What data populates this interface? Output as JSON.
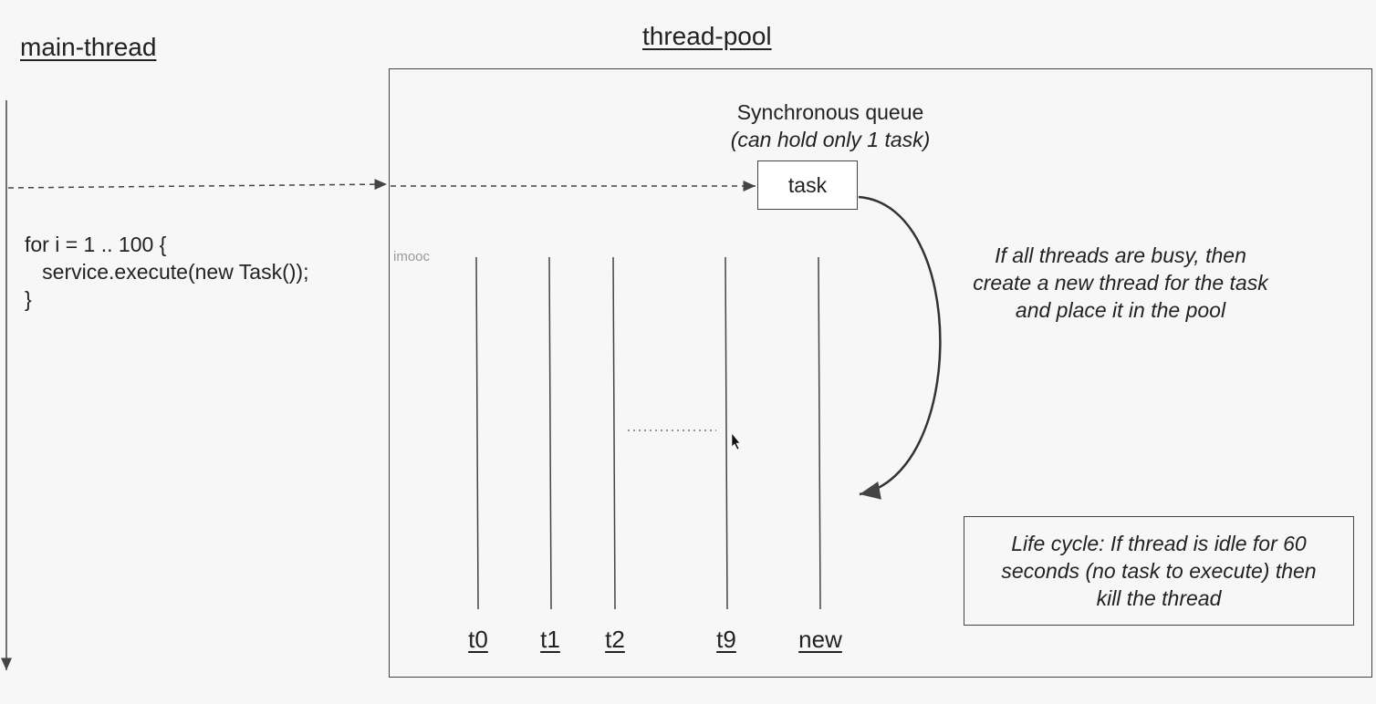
{
  "main_thread": {
    "title": "main-thread"
  },
  "thread_pool": {
    "title": "thread-pool",
    "queue_label": "Synchronous queue",
    "queue_sublabel": "(can hold only 1 task)",
    "task_label": "task"
  },
  "code": {
    "line1": "for i = 1 .. 100 {",
    "line2": "   service.execute(new Task());",
    "line3": "}"
  },
  "watermark": "imooc",
  "notes": {
    "busy_line1": "If all threads are busy, then",
    "busy_line2": "create a new thread for the task",
    "busy_line3": "and place it in the pool",
    "lifecycle_line1": "Life cycle: If thread is idle for 60",
    "lifecycle_line2": "seconds (no task to execute) then",
    "lifecycle_line3": "kill the thread"
  },
  "threads": [
    "t0",
    "t1",
    "t2",
    "t9",
    "new"
  ],
  "colors": {
    "stroke": "#444444",
    "text": "#222222",
    "background": "#f7f7f7"
  }
}
